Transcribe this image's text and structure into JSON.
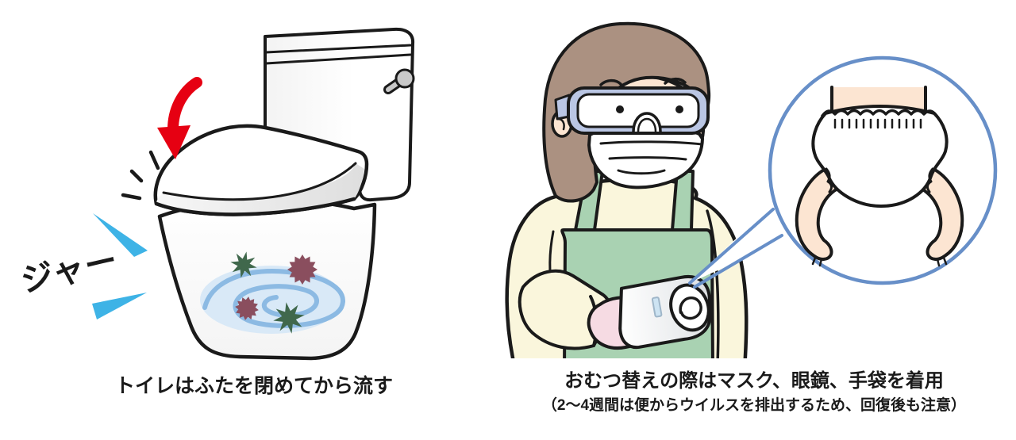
{
  "page": {
    "type": "hygiene-instruction-illustration",
    "background": "#ffffff"
  },
  "left_panel": {
    "caption": "トイレはふたを閉めてから流す",
    "sound_effect": "ジャー",
    "icons": {
      "toilet-icon": "western-toilet-with-closed-lid",
      "close-lid-arrow-icon": "curved-red-arrow-down",
      "splash-icon": "blue-splash-wedges",
      "impact-lines-icon": "black-radiating-dashes",
      "water-swirl-icon": "light-blue-spiral",
      "virus-icon": "spiky-circle"
    }
  },
  "right_panel": {
    "caption_line1": "おむつ替えの際はマスク、眼鏡、手袋を着用",
    "caption_line2": "（2～4週間は便からウイルスを排出するため、回復後も注意）",
    "icons": {
      "caregiver-icon": "woman-with-goggles-mask-gloves-apron",
      "safety-goggles-icon": "blue-framed-goggles",
      "face-mask-icon": "white-surgical-mask",
      "glove-icon": "pink-rubber-gloves",
      "diaper-roll-icon": "rolled-white-diaper-with-tape",
      "speech-bubble-icon": "blue-circle-callout",
      "baby-diaper-icon": "baby-lower-body-wearing-diaper"
    }
  },
  "colors": {
    "outline": "#1a1a1a",
    "arrow_red": "#e60012",
    "splash_blue": "#3eb3e6",
    "water_fill": "#d9e9f7",
    "swirl_blue": "#8cbae3",
    "virus_green": "#40684c",
    "virus_maroon": "#8a4e5e",
    "hair_brown": "#ab9181",
    "skin": "#fce5d2",
    "shirt_cream": "#faf6dc",
    "apron_green": "#a9d2b2",
    "glove_pink": "#f6dbe3",
    "goggles_frame_blue": "#bac6e4",
    "bubble_blue": "#678fc8",
    "handle_gray": "#c9c9c9",
    "tape_blue": "#cde3f2",
    "mask_white": "#ffffff",
    "diaper_white": "#ffffff"
  }
}
